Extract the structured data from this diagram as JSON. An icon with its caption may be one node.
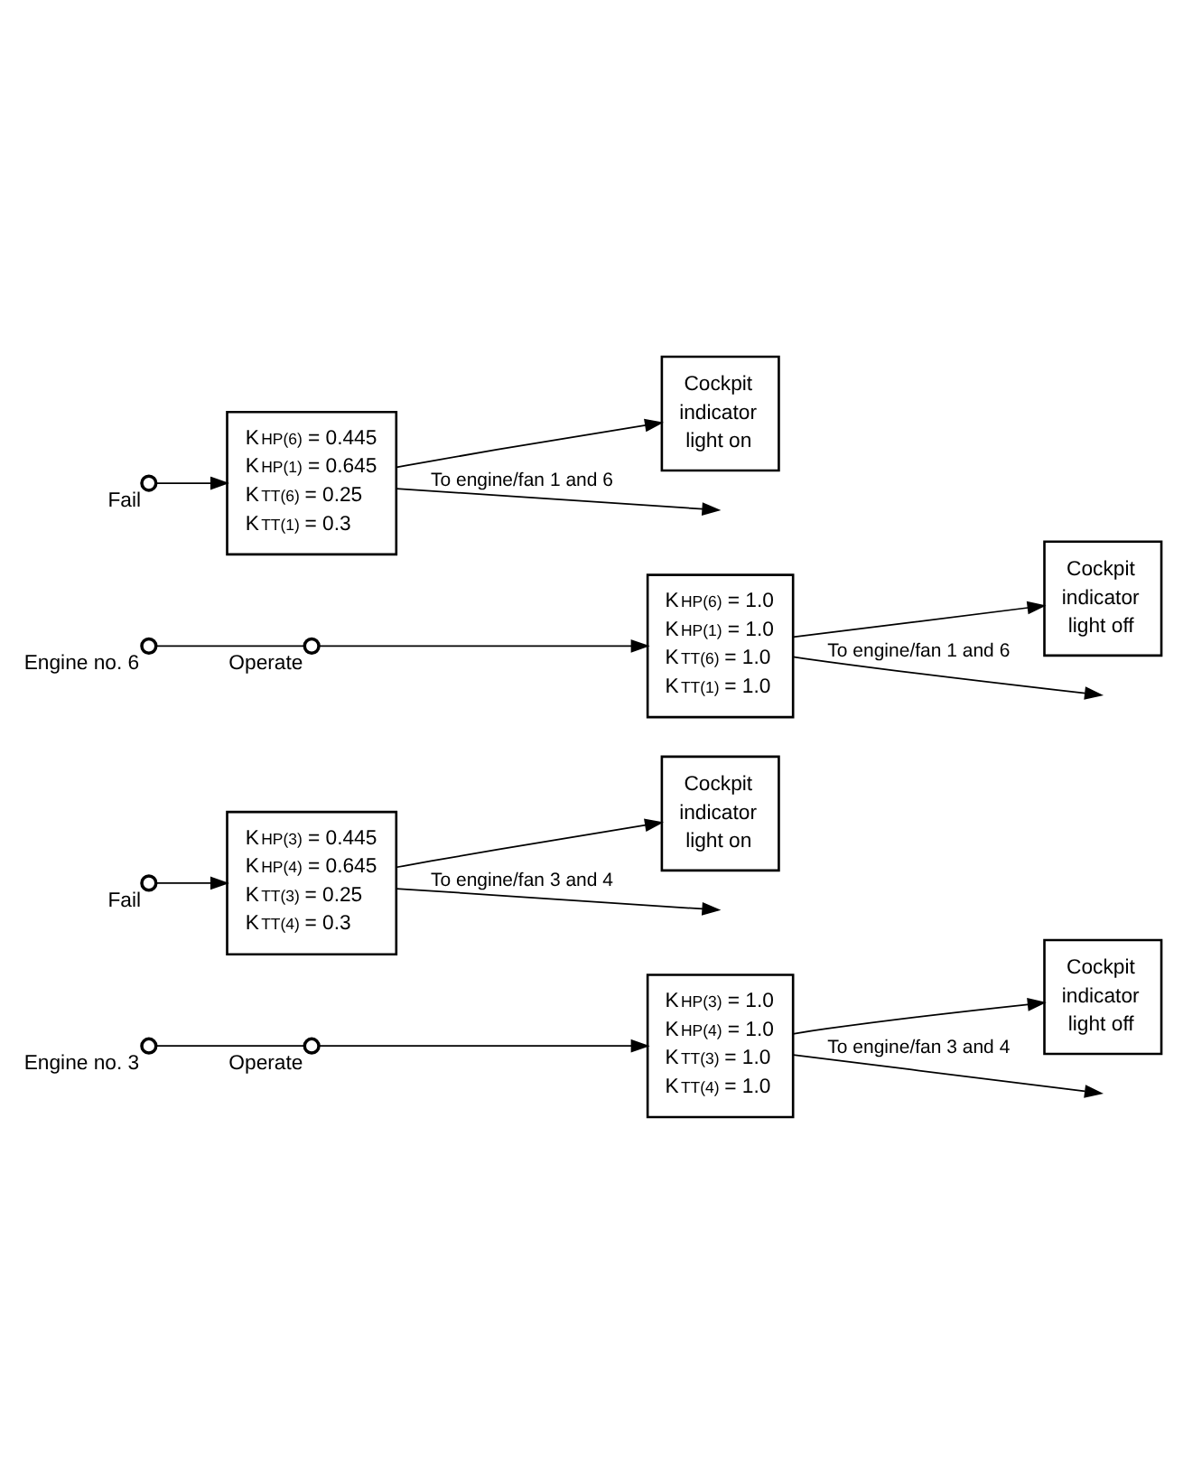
{
  "diagram": {
    "nodes": [
      {
        "text": [],
        "shape": "circle",
        "beside": [
          "Engine no. 3"
        ]
      },
      {
        "text": [],
        "shape": "circle",
        "beside": [
          "Operate"
        ]
      },
      {
        "text": [],
        "shape": "circle",
        "beside": [
          "Fail"
        ]
      },
      {
        "text": [
          "K$_{HP(3)}$ = 1.0",
          "K$_{HP(4)}$ = 1.0",
          "K$_{TT(3)}$ = 1.0",
          "K$_{TT(4)}$ = 1.0"
        ]
      },
      {
        "text": [
          "Cockpit indicator light off"
        ]
      },
      {
        "text": [
          "K$_{HP(3)}$ = 0.445",
          "K$_{HP(4)}$ = 0.645",
          "K$_{TT(3)}$ = 0.25",
          "K$_{TT(4)}$ = 0.3"
        ]
      },
      {
        "text": [
          "Cockpit indicator light on"
        ]
      },
      {
        "text": [],
        "shape": "circle",
        "beside": [
          "Engine no. 6"
        ]
      },
      {
        "text": [],
        "shape": "circle",
        "beside": [
          "Operate"
        ]
      },
      {
        "text": [],
        "shape": "circle",
        "beside": [
          "Fail"
        ]
      },
      {
        "text": [
          "K$_{HP(6)}$ = 1.0",
          "K$_{HP(1)}$ = 1.0",
          "K$_{TT(6)}$ = 1.0",
          "K$_{TT(1)}$ = 1.0"
        ]
      },
      {
        "text": [
          "Cockpit indicator light off"
        ]
      },
      {
        "text": [
          "K$_{HP(6)}$ = 0.445",
          "K$_{HP(1)}$ = 0.645",
          "K$_{TT(6)}$ = 0.25",
          "K$_{TT(1)}$ = 0.3"
        ]
      },
      {
        "text": [
          "Cockpit indicator light on"
        ]
      }
    ],
    "edges": [
      {
        "from": 0,
        "to": 1,
        "arrow": "none"
      },
      {
        "from": 1,
        "to": 3,
        "arrow": "to"
      },
      {
        "from": 2,
        "to": 5,
        "arrow": "to"
      },
      {
        "from": 3,
        "to": 4,
        "arrow": "to"
      },
      {
        "from": 3,
        "to": null,
        "arrow": "to",
        "label": "To engine/fan 3 and 4"
      },
      {
        "from": 5,
        "to": null,
        "arrow": "to",
        "label": "To engine/fan 3 and 4"
      },
      {
        "from": 5,
        "to": 6,
        "arrow": "to"
      },
      {
        "from": 7,
        "to": 8,
        "arrow": "none"
      },
      {
        "from": 8,
        "to": 10,
        "arrow": "to"
      },
      {
        "from": 9,
        "to": 12,
        "arrow": "to"
      },
      {
        "from": 10,
        "to": 11,
        "arrow": "to"
      },
      {
        "from": 10,
        "to": null,
        "arrow": "to",
        "label": "To engine/fan 1 and 6"
      },
      {
        "from": 12,
        "to": null,
        "arrow": "to",
        "label": "To engine/fan 1 and 6"
      },
      {
        "from": 12,
        "to": 13,
        "arrow": "to"
      }
    ]
  }
}
